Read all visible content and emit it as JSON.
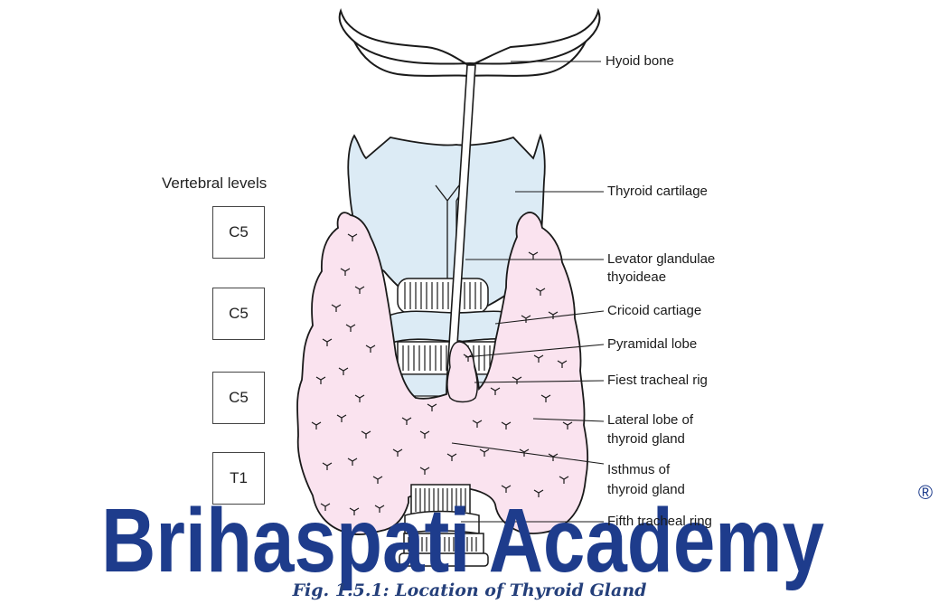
{
  "diagram": {
    "labels": {
      "hyoid_bone": "Hyoid bone",
      "thyroid_cartilage": "Thyroid cartilage",
      "levator_line1": "Levator glandulae",
      "levator_line2": "thyoideae",
      "cricoid": "Cricoid cartiage",
      "pyramidal_lobe": "Pyramidal lobe",
      "first_tracheal": "Fiest tracheal rig",
      "lateral_line1": "Lateral lobe of",
      "lateral_line2": "thyroid gland",
      "isthmus_line1": "Isthmus of",
      "isthmus_line2": "thyroid gland",
      "fifth_tracheal": "Fifth tracheal ring"
    },
    "vertebral": {
      "title": "Vertebral levels",
      "levels": [
        "C5",
        "C5",
        "C5",
        "T1"
      ]
    },
    "colors": {
      "cartilage_fill": "#dcebf5",
      "gland_fill": "#fae3ef",
      "outline": "#1a1a1a",
      "watermark": "#1e3c8c",
      "caption": "#243f7a"
    }
  },
  "watermark": {
    "text": "Brihaspati Academy",
    "registered_mark": "®"
  },
  "caption": "Fig. 1.5.1: Location of Thyroid Gland"
}
